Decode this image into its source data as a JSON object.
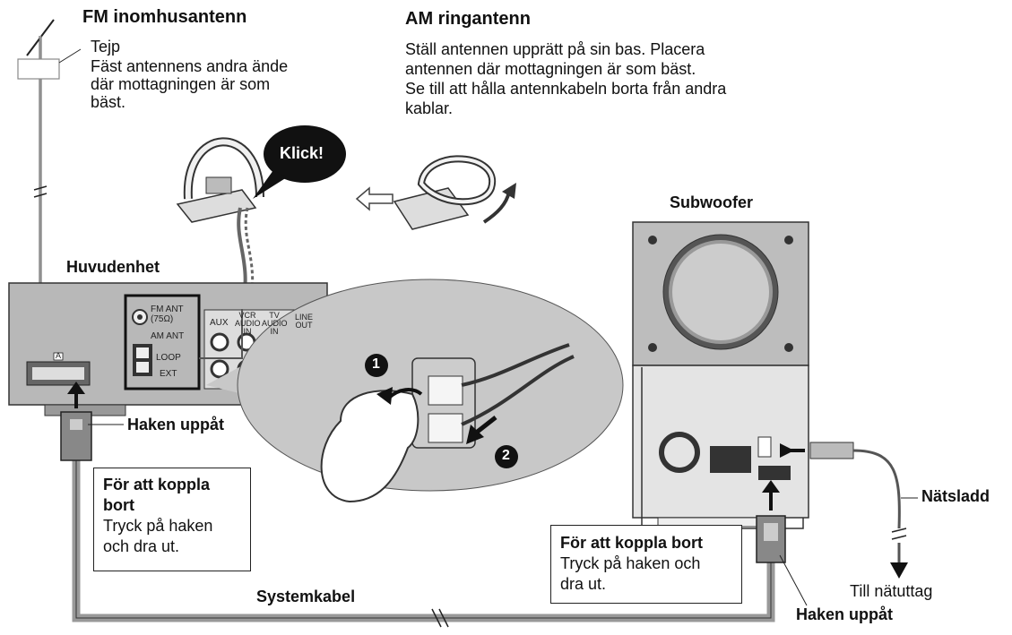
{
  "fm": {
    "title": "FM inomhusantenn",
    "tape": "Tejp",
    "instruction_lines": [
      "Fäst antennens andra ände",
      "där mottagningen är som",
      "bäst."
    ]
  },
  "am": {
    "title": "AM ringantenn",
    "instruction_lines": [
      "Ställ antennen upprätt på sin bas. Placera",
      "antennen där mottagningen är som bäst.",
      "Se till att hålla antennkabeln borta från andra",
      "kablar."
    ]
  },
  "click_label": "Klick!",
  "subwoofer_label": "Subwoofer",
  "main_unit_label": "Huvudenhet",
  "main_unit_panel": {
    "fm_ant": "FM ANT",
    "ohm": "(75Ω)",
    "am_ant": "AM ANT",
    "loop": "LOOP",
    "ext": "EXT",
    "aux": "AUX",
    "vcr_audio_in": [
      "VCR",
      "AUDIO",
      "IN"
    ],
    "tv_audio_in": [
      "TV",
      "AUDIO",
      "IN"
    ],
    "line_out": [
      "LINE",
      "OUT"
    ],
    "connector_a": "A"
  },
  "hook_up_left": "Haken uppåt",
  "hook_up_right": "Haken uppåt",
  "disconnect_left": {
    "title_lines": [
      "För att koppla",
      "bort"
    ],
    "body_lines": [
      "Tryck på haken",
      "och dra ut."
    ]
  },
  "disconnect_right": {
    "title_lines": [
      "För att koppla bort"
    ],
    "body_lines": [
      "Tryck på haken och",
      "dra ut."
    ]
  },
  "system_cable": "Systemkabel",
  "mains_lead": "Nätsladd",
  "to_outlet": "Till nätuttag",
  "steps": [
    "1",
    "2"
  ]
}
